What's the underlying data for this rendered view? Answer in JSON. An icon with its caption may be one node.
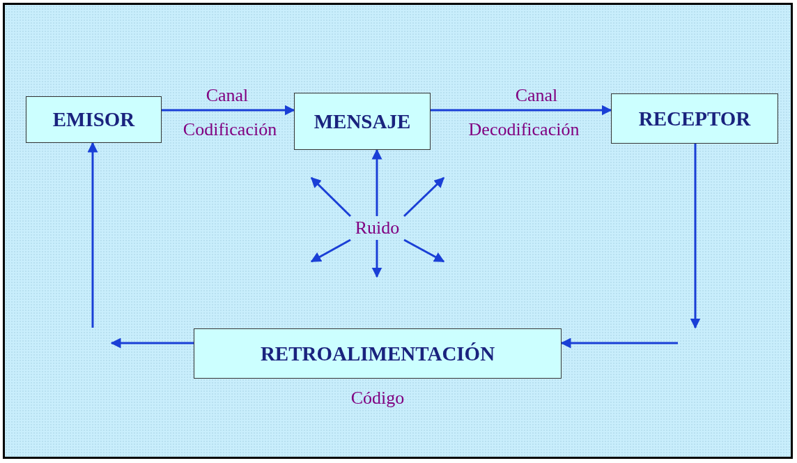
{
  "diagram": {
    "nodes": [
      {
        "text": [
          "EMISOR"
        ]
      },
      {
        "text": [
          "MENSAJE"
        ]
      },
      {
        "text": [
          "RECEPTOR"
        ]
      },
      {
        "text": [
          "RETROALIMENTACIÓN"
        ]
      },
      {
        "text": [
          "Ruido"
        ]
      }
    ],
    "edges": [
      {
        "from": 0,
        "to": 1,
        "arrow": "to",
        "label": "Canal"
      },
      {
        "from": 1,
        "to": 2,
        "arrow": "to",
        "label": "Canal"
      },
      {
        "from": 4,
        "to": 1,
        "arrow": "to"
      },
      {
        "from": 4,
        "to": null,
        "arrow": "to"
      },
      {
        "from": 4,
        "to": null,
        "arrow": "to"
      },
      {
        "from": 4,
        "to": null,
        "arrow": "to"
      },
      {
        "from": 4,
        "to": null,
        "arrow": "to"
      },
      {
        "from": 4,
        "to": null,
        "arrow": "to"
      },
      {
        "from": 2,
        "to": null,
        "arrow": "to"
      },
      {
        "from": null,
        "to": 3,
        "arrow": "to"
      },
      {
        "from": 3,
        "to": null,
        "arrow": "to"
      },
      {
        "from": null,
        "to": 0,
        "arrow": "to"
      }
    ],
    "labels": [
      "Codificación",
      "Decodificación",
      "Código"
    ]
  }
}
